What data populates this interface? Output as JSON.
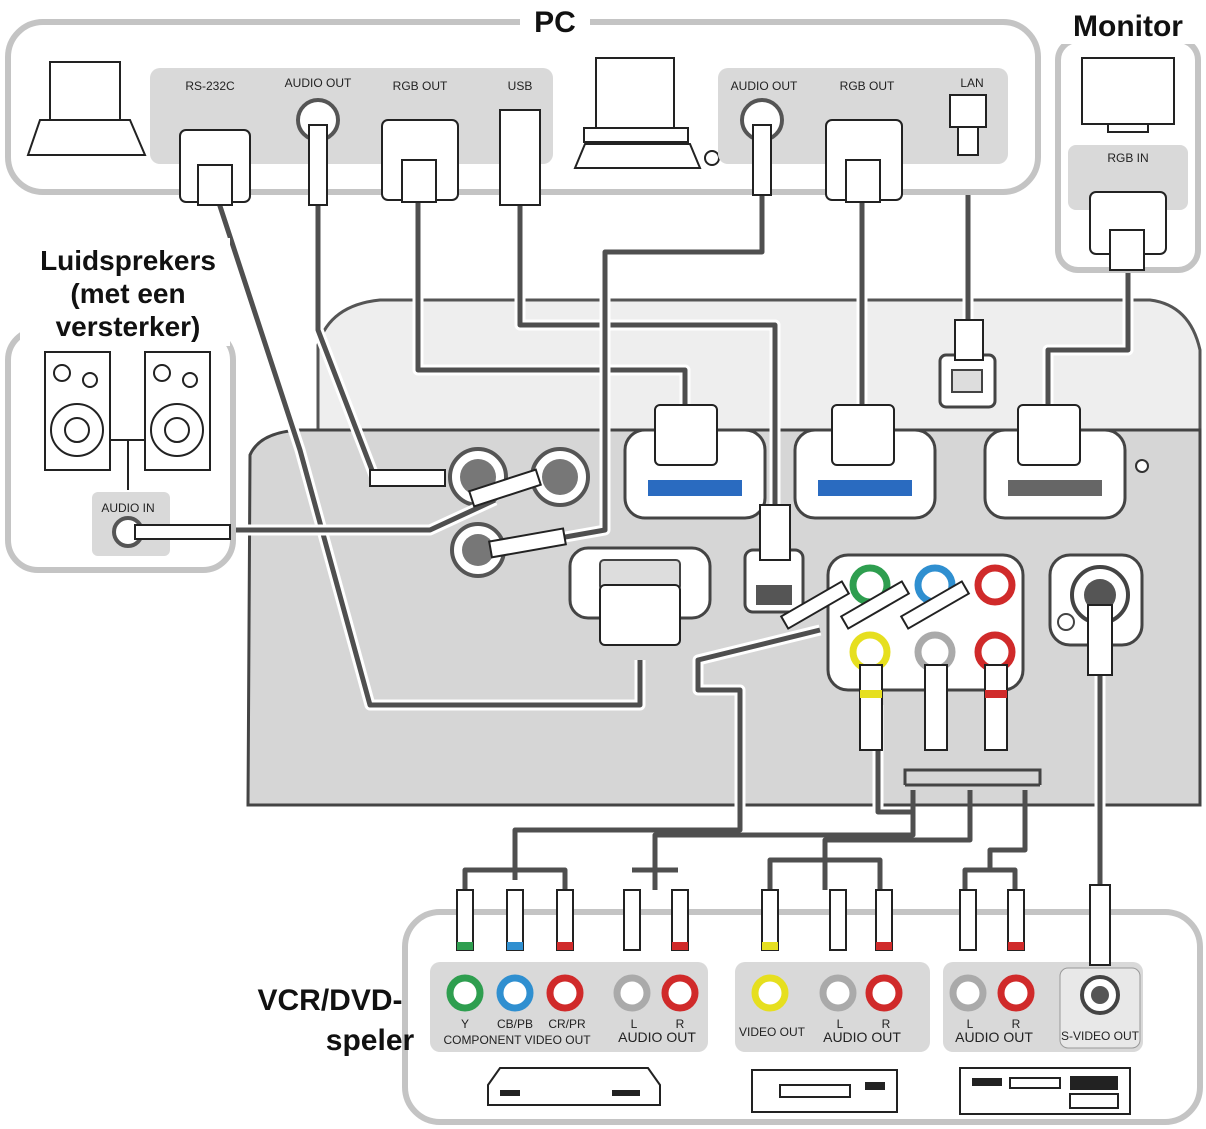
{
  "labels": {
    "pc": "PC",
    "monitor": "Monitor",
    "speakers_line1": "Luidsprekers",
    "speakers_line2": "(met een",
    "speakers_line3": "versterker)",
    "vcr_line1": "VCR/DVD-",
    "vcr_line2": "speler"
  },
  "pc_ports": {
    "rs232c": "RS-232C",
    "audio_out_1": "AUDIO OUT",
    "rgb_out_1": "RGB OUT",
    "usb": "USB",
    "audio_out_2": "AUDIO OUT",
    "rgb_out_2": "RGB OUT",
    "lan": "LAN"
  },
  "monitor_ports": {
    "rgb_in": "RGB IN"
  },
  "speaker_ports": {
    "audio_in": "AUDIO IN"
  },
  "vcr_ports": {
    "y": "Y",
    "cb_pb": "CB/PB",
    "cr_pr": "CR/PR",
    "component_video_out": "COMPONENT VIDEO OUT",
    "l1": "L",
    "r1": "R",
    "audio_out_1": "AUDIO OUT",
    "video_out": "VIDEO OUT",
    "l2": "L",
    "r2": "R",
    "audio_out_2": "AUDIO OUT",
    "l3": "L",
    "r3": "R",
    "audio_out_3": "AUDIO OUT",
    "s_video_out": "S-VIDEO OUT"
  },
  "colors": {
    "group_border": "#c4c4c4",
    "panel_gray": "#d9d9d9",
    "projector_gray": "#d6d6d6",
    "cable": "#4f4f4f",
    "rca_green": "#2e9e4f",
    "rca_blue": "#2f8fd0",
    "rca_red": "#d02a2a",
    "rca_yellow": "#e6df1f",
    "rca_white": "#f2f2f2",
    "vga_blue": "#2a6bc0"
  }
}
